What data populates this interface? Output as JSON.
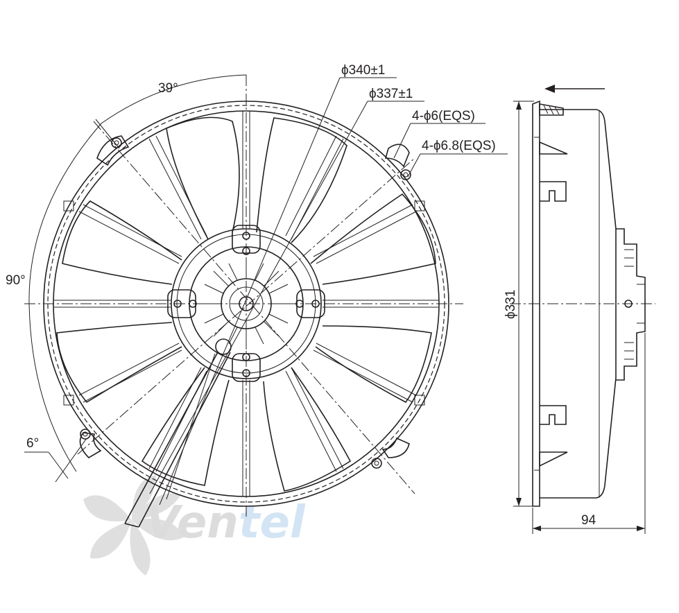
{
  "dimensions": {
    "angle_top": "39°",
    "angle_left": "90°",
    "angle_bottom": "6°",
    "diameter_outer": "ϕ340±1",
    "diameter_ring": "ϕ337±1",
    "holes_small": "4-ϕ6(EQS)",
    "holes_large": "4-ϕ6.8(EQS)",
    "side_diameter": "ϕ331",
    "depth": "94"
  },
  "watermark": {
    "text_dark": "Ven",
    "text_light": "tel",
    "colors": {
      "dark": "#d9d9d9",
      "light": "#d6e6f5"
    }
  },
  "colors": {
    "line": "#231f20",
    "background": "#ffffff"
  }
}
